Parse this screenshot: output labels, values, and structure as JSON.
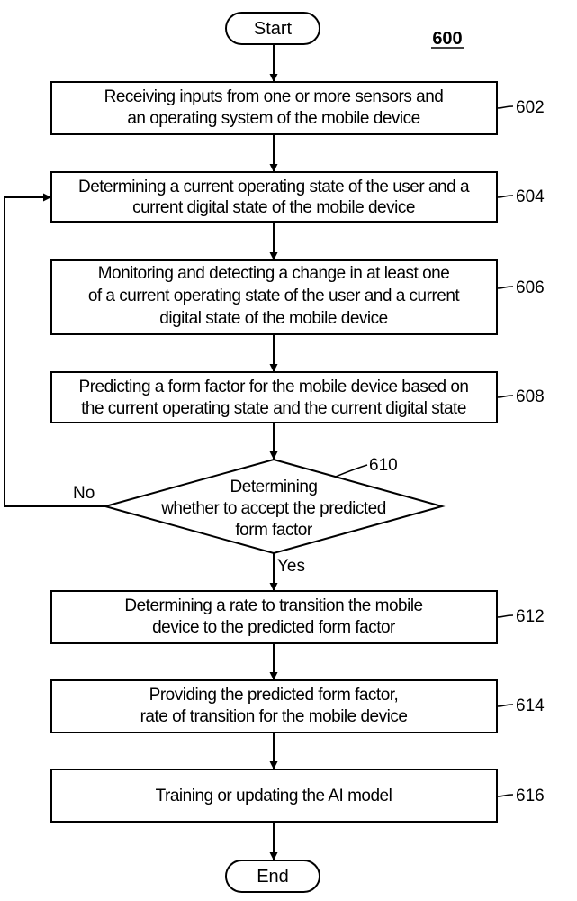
{
  "figure_number": "600",
  "start_label": "Start",
  "end_label": "End",
  "steps": [
    {
      "ref": "602",
      "lines": [
        "Receiving inputs from one or more sensors and",
        "an operating system of the mobile device"
      ]
    },
    {
      "ref": "604",
      "lines": [
        "Determining a current operating state of the user and a",
        "current digital state of the mobile device"
      ]
    },
    {
      "ref": "606",
      "lines": [
        "Monitoring and detecting a change in at least one",
        "of a current operating state of the user and a current",
        "digital state of the mobile device"
      ]
    },
    {
      "ref": "608",
      "lines": [
        "Predicting a form factor for the mobile device based on",
        "the current operating state and the current digital state"
      ]
    },
    {
      "ref": "612",
      "lines": [
        "Determining a rate to transition the mobile",
        "device to the predicted form factor"
      ]
    },
    {
      "ref": "614",
      "lines": [
        "Providing the predicted form factor,",
        "rate of transition for the mobile device"
      ]
    },
    {
      "ref": "616",
      "lines": [
        "Training or updating the AI model"
      ]
    }
  ],
  "decision": {
    "ref": "610",
    "lines": [
      "Determining",
      "whether to accept the predicted",
      "form factor"
    ],
    "no_label": "No",
    "yes_label": "Yes"
  }
}
